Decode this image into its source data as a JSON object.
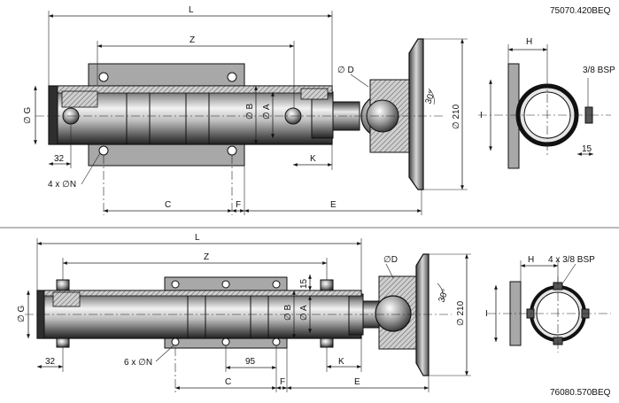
{
  "top": {
    "code": "75070.420BEQ",
    "labels": {
      "L": "L",
      "Z": "Z",
      "D": "∅ D",
      "G": "∅ G",
      "B": "∅ B",
      "A": "∅ A",
      "d210": "∅ 210",
      "angle": "30°",
      "d32": "32",
      "N": "4 x ∅N",
      "C": "C",
      "F": "F",
      "E": "E",
      "K": "K",
      "H": "H",
      "bsp": "3/8 BSP",
      "d15": "15",
      "I": "I"
    }
  },
  "bottom": {
    "code": "76080.570BEQ",
    "labels": {
      "L": "L",
      "Z": "Z",
      "D": "∅D",
      "G": "∅ G",
      "B": "∅ B",
      "A": "∅ A",
      "d210": "∅ 210",
      "angle": "30°",
      "d32": "32",
      "N": "6 x ∅N",
      "d95": "95",
      "d15": "15",
      "C": "C",
      "F": "F",
      "E": "E",
      "K": "K",
      "H": "H",
      "bsp": "4 x 3/8 BSP",
      "I": "I"
    }
  },
  "colors": {
    "body_dark": "#3a3a3a",
    "body_mid": "#8c8c8c",
    "body_light": "#e6e6e6",
    "plate": "#a8a8a8",
    "hatch": "#555555"
  }
}
